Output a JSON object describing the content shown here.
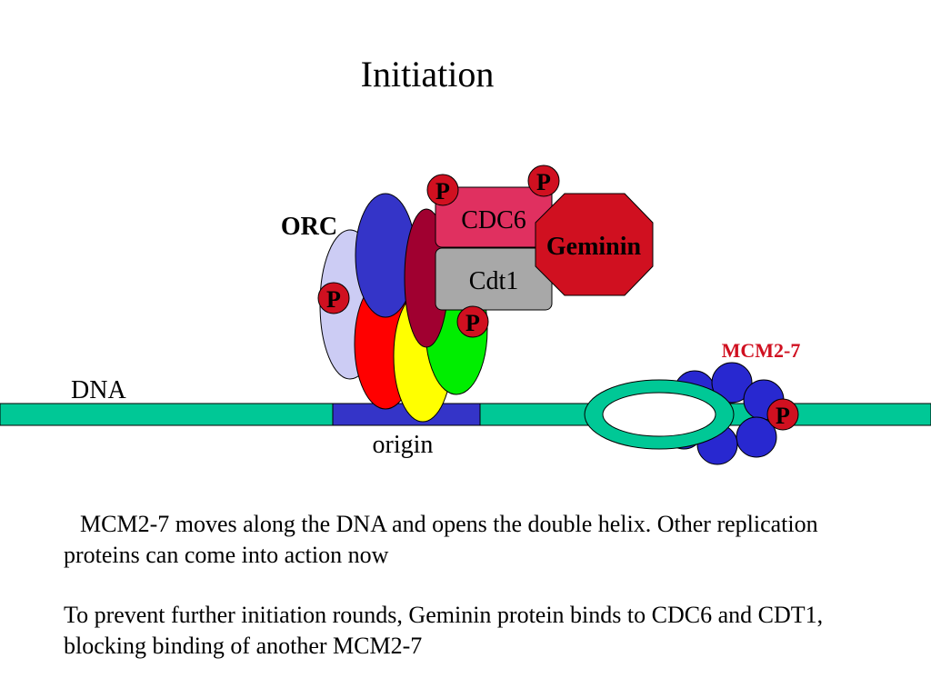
{
  "title": "Initiation",
  "labels": {
    "orc": "ORC",
    "cdc6": "CDC6",
    "cdt1": "Cdt1",
    "geminin": "Geminin",
    "mcm": "MCM2-7",
    "dna": "DNA",
    "origin": "origin",
    "phosphate": "P"
  },
  "paragraphs": {
    "p1": "MCM2-7 moves along the DNA and opens the double helix. Other replication proteins can come into action now",
    "p2": "To prevent further initiation rounds, Geminin protein binds to CDC6 and CDT1, blocking binding of another MCM2-7"
  },
  "colors": {
    "dna": "#00c896",
    "origin": "#3434c8",
    "cdc6": "#e03060",
    "cdt1": "#a8a8a8",
    "geminin": "#d01020",
    "phosphate": "#d01020",
    "mcm": "#2828d0",
    "mcm_label": "#d01020"
  }
}
